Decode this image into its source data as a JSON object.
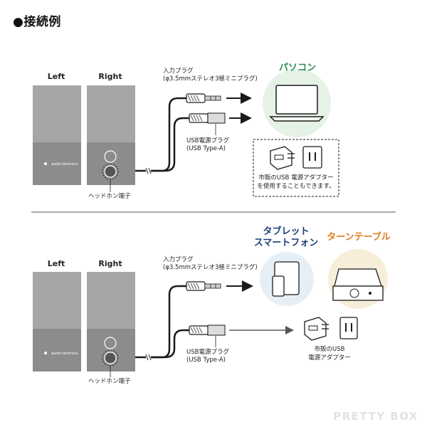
{
  "heading": "●接続例",
  "colors": {
    "speaker_top": "#a6a6a6",
    "speaker_bottom": "#8c8c8c",
    "device_bg": "#e6f2e6",
    "pc_label": "#2e8b57",
    "tablet_label": "#1c3f7a",
    "turntable_label": "#e07b1a",
    "turntable_bg": "#f7eed9",
    "tablet_bg": "#e6eef6",
    "cable": "#1a1a1a"
  },
  "top_section": {
    "speaker_left": "Left",
    "speaker_right": "Right",
    "brand": "audio-technica",
    "input_plug": "入力プラグ\n(φ3.5mmステレオ3極ミニプラグ)",
    "usb_plug": "USB電源プラグ\n(USB Type-A)",
    "headphone": "ヘッドホン端子",
    "device_label": "パソコン",
    "adapter_note": "市販のUSB 電源アダプターを使用することもできます。",
    "adapter_note_line1": "市販のUSB 電源アダプター",
    "adapter_note_line2": "を使用することもできます。"
  },
  "bottom_section": {
    "speaker_left": "Left",
    "speaker_right": "Right",
    "brand": "audio-technica",
    "input_plug": "入力プラグ\n(φ3.5mmステレオ3極ミニプラグ)",
    "usb_plug": "USB電源プラグ\n(USB Type-A)",
    "headphone": "ヘッドホン端子",
    "tablet_label_line1": "タブレット",
    "tablet_label_line2": "スマートフォン",
    "turntable_label": "ターンテーブル",
    "adapter_label_line1": "市販のUSB",
    "adapter_label_line2": "電源アダプター"
  },
  "watermark": "PRETTY BOX"
}
